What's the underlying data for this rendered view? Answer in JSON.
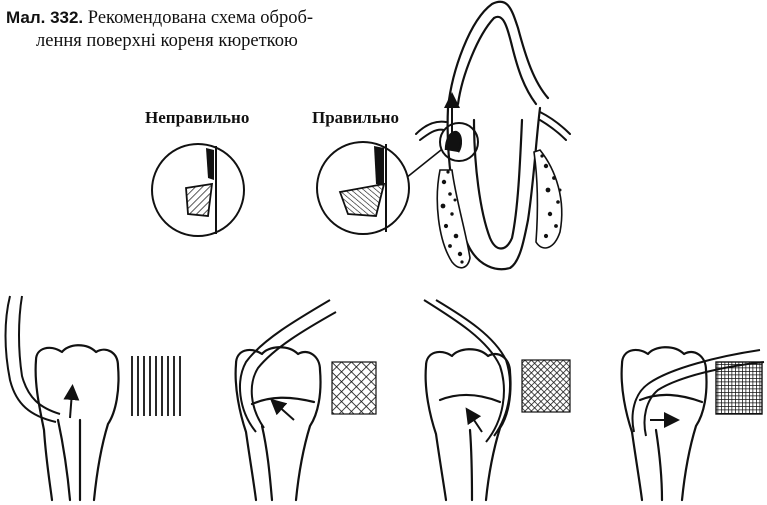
{
  "caption": {
    "number": "Мал. 332.",
    "text_line1": " Рекомендована схема оброб-",
    "text_line2": "лення поверхні кореня кюреткою"
  },
  "labels": {
    "incorrect": "Неправильно",
    "correct": "Правильно"
  },
  "colors": {
    "ink": "#111111",
    "background": "#ffffff"
  }
}
